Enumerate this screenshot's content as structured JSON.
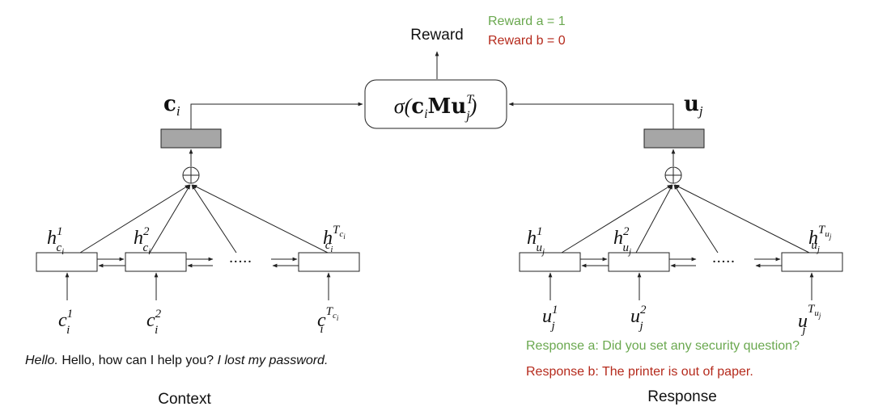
{
  "top": {
    "reward_label": "Reward",
    "reward_a": "Reward a = 1",
    "reward_b": "Reward b = 0",
    "score_function": {
      "sigma": "σ(",
      "c": "c",
      "c_sub": "i",
      "M": "M",
      "u": "u",
      "u_sub": "j",
      "u_sup": "T",
      "close": ")"
    }
  },
  "context": {
    "vector_symbol": "c",
    "vector_sub": "i",
    "hidden": [
      {
        "base": "h",
        "sup": "1",
        "sub": "c",
        "subsub": "i"
      },
      {
        "base": "h",
        "sup": "2",
        "sub": "c",
        "subsub": "i"
      },
      {
        "base": "h",
        "sup": "T",
        "supsub": "c",
        "supsubsub": "i",
        "sub": "c",
        "subsub": "i"
      }
    ],
    "inputs": [
      {
        "base": "c",
        "sup": "1",
        "sub": "i"
      },
      {
        "base": "c",
        "sup": "2",
        "sub": "i"
      },
      {
        "base": "c",
        "sup": "T",
        "supsub": "c",
        "supsubsub": "i",
        "sub": "i"
      }
    ],
    "dots": "·····",
    "sentence": {
      "p1": "Hello.",
      "p2": " Hello, how can I help you? ",
      "p3": "I lost my password."
    },
    "caption": "Context"
  },
  "response": {
    "vector_symbol": "u",
    "vector_sub": "j",
    "hidden": [
      {
        "base": "h",
        "sup": "1",
        "sub": "u",
        "subsub": "j"
      },
      {
        "base": "h",
        "sup": "2",
        "sub": "u",
        "subsub": "j"
      },
      {
        "base": "h",
        "sup": "T",
        "supsub": "u",
        "supsubsub": "j",
        "sub": "u",
        "subsub": "j"
      }
    ],
    "inputs": [
      {
        "base": "u",
        "sup": "1",
        "sub": "j"
      },
      {
        "base": "u",
        "sup": "2",
        "sub": "j"
      },
      {
        "base": "u",
        "sup": "T",
        "supsub": "u",
        "supsubsub": "j",
        "sub": "j"
      }
    ],
    "dots": "·····",
    "response_a": "Response a: Did you set any security question?",
    "response_b": "Response b: The printer is out of paper.",
    "caption": "Response"
  },
  "colors": {
    "green": "#6aa84f",
    "red": "#b52a1c",
    "gray_box": "#a6a6a6"
  }
}
